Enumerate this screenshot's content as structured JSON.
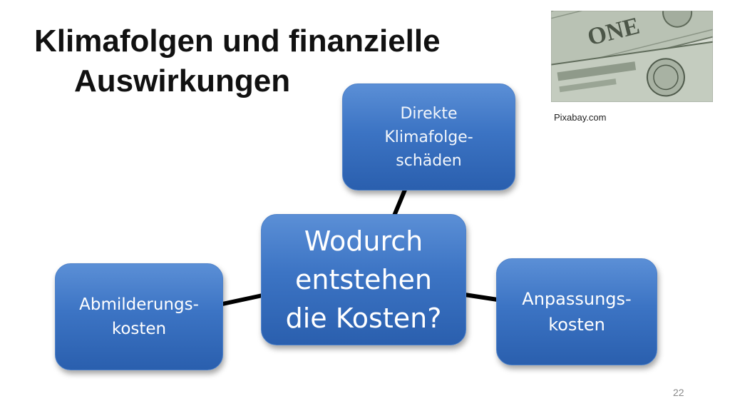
{
  "slide": {
    "title": "Klimafolgen und finanzielle",
    "title_line2": "Auswirkungen",
    "image_credit": "Pixabay.com",
    "page_number": "22"
  },
  "diagram": {
    "center": "Wodurch\nentstehen\ndie Kosten?",
    "nodes": [
      "Direkte\nKlimafolge-\nschäden",
      "Anpassungs-\nkosten",
      "Abmilderungs-\nkosten"
    ]
  },
  "colors": {
    "node_fill": "#3c74c4",
    "node_text": "#ffffff",
    "connector": "#000000",
    "title_text": "#111111"
  },
  "icons": {
    "photo": "dollar-banknotes-photo"
  }
}
